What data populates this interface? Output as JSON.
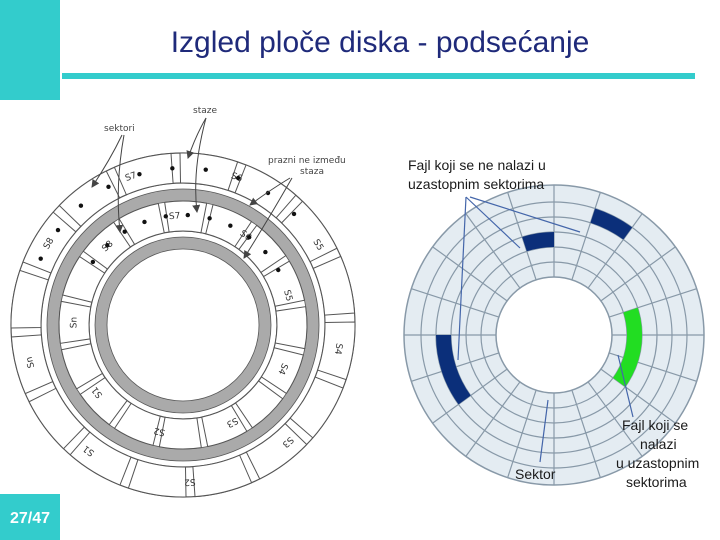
{
  "header": {
    "title": "Izgled ploče diska - podsećanje",
    "page_number": "27/47"
  },
  "left_diagram": {
    "label_tracks": "staze",
    "label_sectors": "sektori",
    "label_gaps_line1": "prazni ne između",
    "label_gaps_line2": "staza",
    "outer_sectors": [
      "S8",
      "S7",
      "S6",
      "S5",
      "S4",
      "S3",
      "S2",
      "S1",
      "Sn"
    ],
    "middle_sectors": [
      "S8",
      "S7",
      "S6",
      "S5",
      "S4",
      "S3",
      "S2",
      "S1",
      "Sn"
    ]
  },
  "right_diagram": {
    "label_noncontig_line1": "Fajl koji se ne nalazi u",
    "label_noncontig_line2": "uzastopnim sektorima",
    "label_contig_line1": "Fajl koji se",
    "label_contig_line2": "nalazi",
    "label_contig_line3": "u uzastopnim",
    "label_contig_line4": "sektorima",
    "label_sector": "Sektor",
    "colors": {
      "fragmented_file": "#0b2f7a",
      "contiguous_file": "#22dd22",
      "disk_fill": "#e4ecf2",
      "grid_line": "#8899a8"
    }
  }
}
